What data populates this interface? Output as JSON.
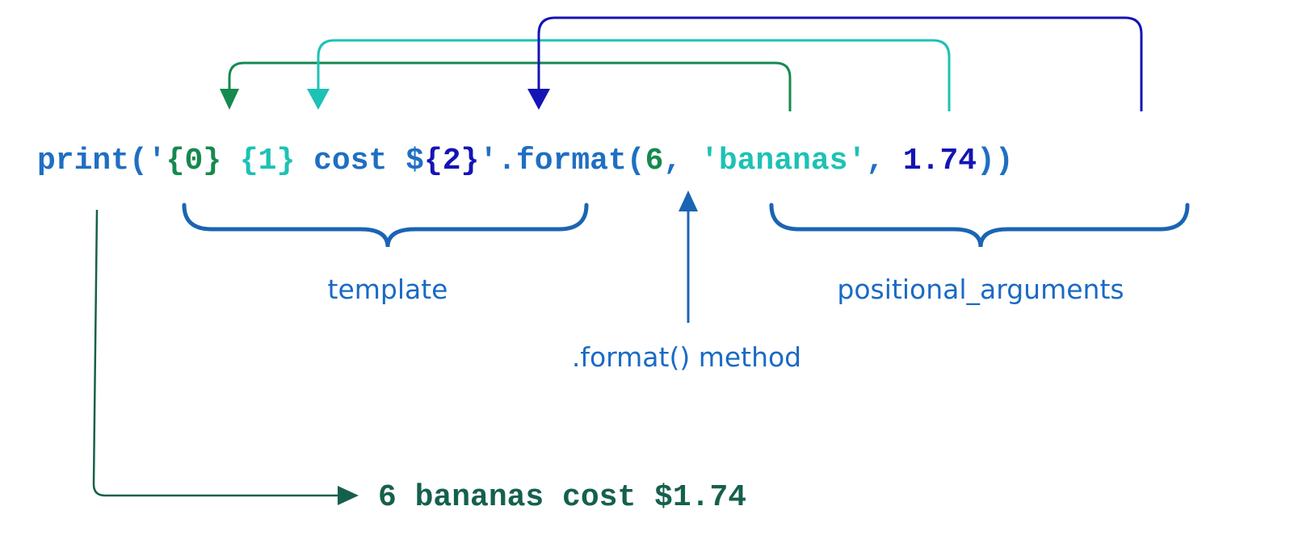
{
  "code_line": {
    "part_print": "print('",
    "part_0": "{0}",
    "part_sp1": " ",
    "part_1": "{1}",
    "part_cost": " cost $",
    "part_2": "{2}",
    "part_format": "'.format(",
    "arg_6": "6",
    "comma_1": ", ",
    "arg_bananas": "'bananas'",
    "comma_2": ", ",
    "arg_174": "1.74",
    "close": "))"
  },
  "labels": {
    "template": "template",
    "format_method": ".format() method",
    "positional_arguments": "positional_arguments"
  },
  "output": {
    "text": "6 bananas cost $1.74"
  },
  "colors": {
    "code_blue": "#1f6fc2",
    "index0_green": "#16894f",
    "index1_teal": "#1cc2b5",
    "index2_navy": "#1414b4",
    "brace_blue": "#1a64b4",
    "label_blue": "#1a6ac4",
    "output_green": "#15604d"
  }
}
